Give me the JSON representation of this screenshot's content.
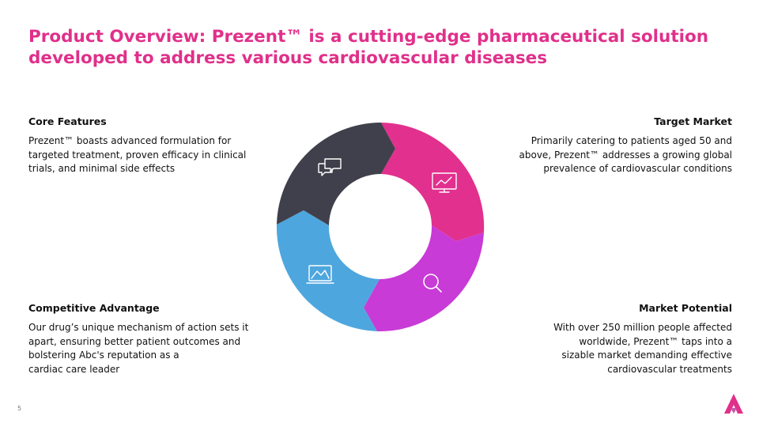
{
  "slide": {
    "title_line1": "Product Overview: Prezent™ is a cutting-edge pharmaceutical solution",
    "title_line2": "developed to address various cardiovascular diseases",
    "page_number": "5"
  },
  "sections": {
    "core_features": {
      "heading": "Core Features",
      "line1": "Prezent™ boasts advanced formulation for",
      "line2": "targeted treatment, proven efficacy in clinical",
      "line3": "trials, and minimal side effects"
    },
    "target_market": {
      "heading": "Target Market",
      "line1": "Primarily catering to patients aged 50 and",
      "line2": "above, Prezent™ addresses a growing global",
      "line3": "prevalence of cardiovascular conditions"
    },
    "competitive_advantage": {
      "heading": "Competitive Advantage",
      "line1": "Our drug’s unique mechanism of action sets it",
      "line2": "apart, ensuring better patient outcomes and",
      "line3": "bolstering Abc's reputation as a",
      "line4": "cardiac care leader"
    },
    "market_potential": {
      "heading": "Market Potential",
      "line1": "With over 250 million people affected",
      "line2": "worldwide, Prezent™ taps into a",
      "line3": "sizable market demanding effective",
      "line4": "cardiovascular treatments"
    }
  },
  "cycle": {
    "segments": [
      {
        "name": "top-right",
        "color": "#E2308E",
        "icon": "presentation-chart-icon"
      },
      {
        "name": "bottom-right",
        "color": "#C83BD6",
        "icon": "magnifier-icon"
      },
      {
        "name": "bottom-left",
        "color": "#4EA6DE",
        "icon": "landscape-image-icon"
      },
      {
        "name": "top-left",
        "color": "#40404C",
        "icon": "chat-bubbles-icon"
      }
    ]
  },
  "logo": {
    "icon": "triangle-logo-icon",
    "color": "#E0308A"
  }
}
